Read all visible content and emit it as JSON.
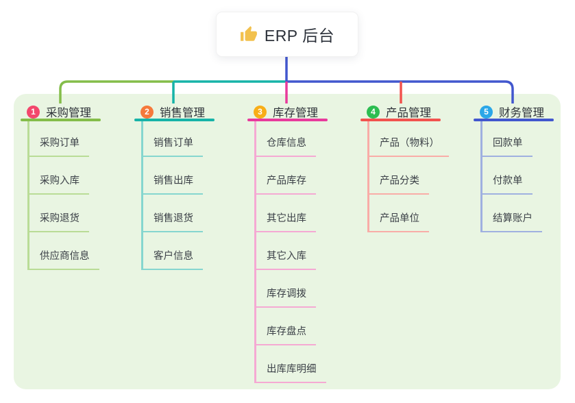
{
  "root": {
    "label": "ERP 后台",
    "icon": "thumbs-up-icon",
    "icon_color": "#f2c14e",
    "trunk_color": "#4257ce"
  },
  "colors": {
    "page_bg": "#ffffff",
    "panel_bg": "#e9f5e2",
    "card_bg": "#ffffff",
    "title_text": "#2c313a",
    "node_text": "#3b4047"
  },
  "branches": [
    {
      "num": "1",
      "label": "采购管理",
      "color": "#84bd4a",
      "light": "#b9dc96",
      "badge": "#f3476c",
      "children": [
        "采购订单",
        "采购入库",
        "采购退货",
        "供应商信息"
      ]
    },
    {
      "num": "2",
      "label": "销售管理",
      "color": "#17b3a8",
      "light": "#85d6cf",
      "badge": "#f6793b",
      "children": [
        "销售订单",
        "销售出库",
        "销售退货",
        "客户信息"
      ]
    },
    {
      "num": "3",
      "label": "库存管理",
      "color": "#e83a9c",
      "light": "#f5a9d3",
      "badge": "#f8ae17",
      "children": [
        "仓库信息",
        "产品库存",
        "其它出库",
        "其它入库",
        "库存调拨",
        "库存盘点",
        "出库库明细"
      ]
    },
    {
      "num": "4",
      "label": "产品管理",
      "color": "#f2524e",
      "light": "#f9aca7",
      "badge": "#2cbd51",
      "children": [
        "产品（物料）",
        "产品分类",
        "产品单位"
      ]
    },
    {
      "num": "5",
      "label": "财务管理",
      "color": "#4257ce",
      "light": "#9fb0e0",
      "badge": "#2ba7e8",
      "children": [
        "回款单",
        "付款单",
        "结算账户"
      ]
    }
  ]
}
